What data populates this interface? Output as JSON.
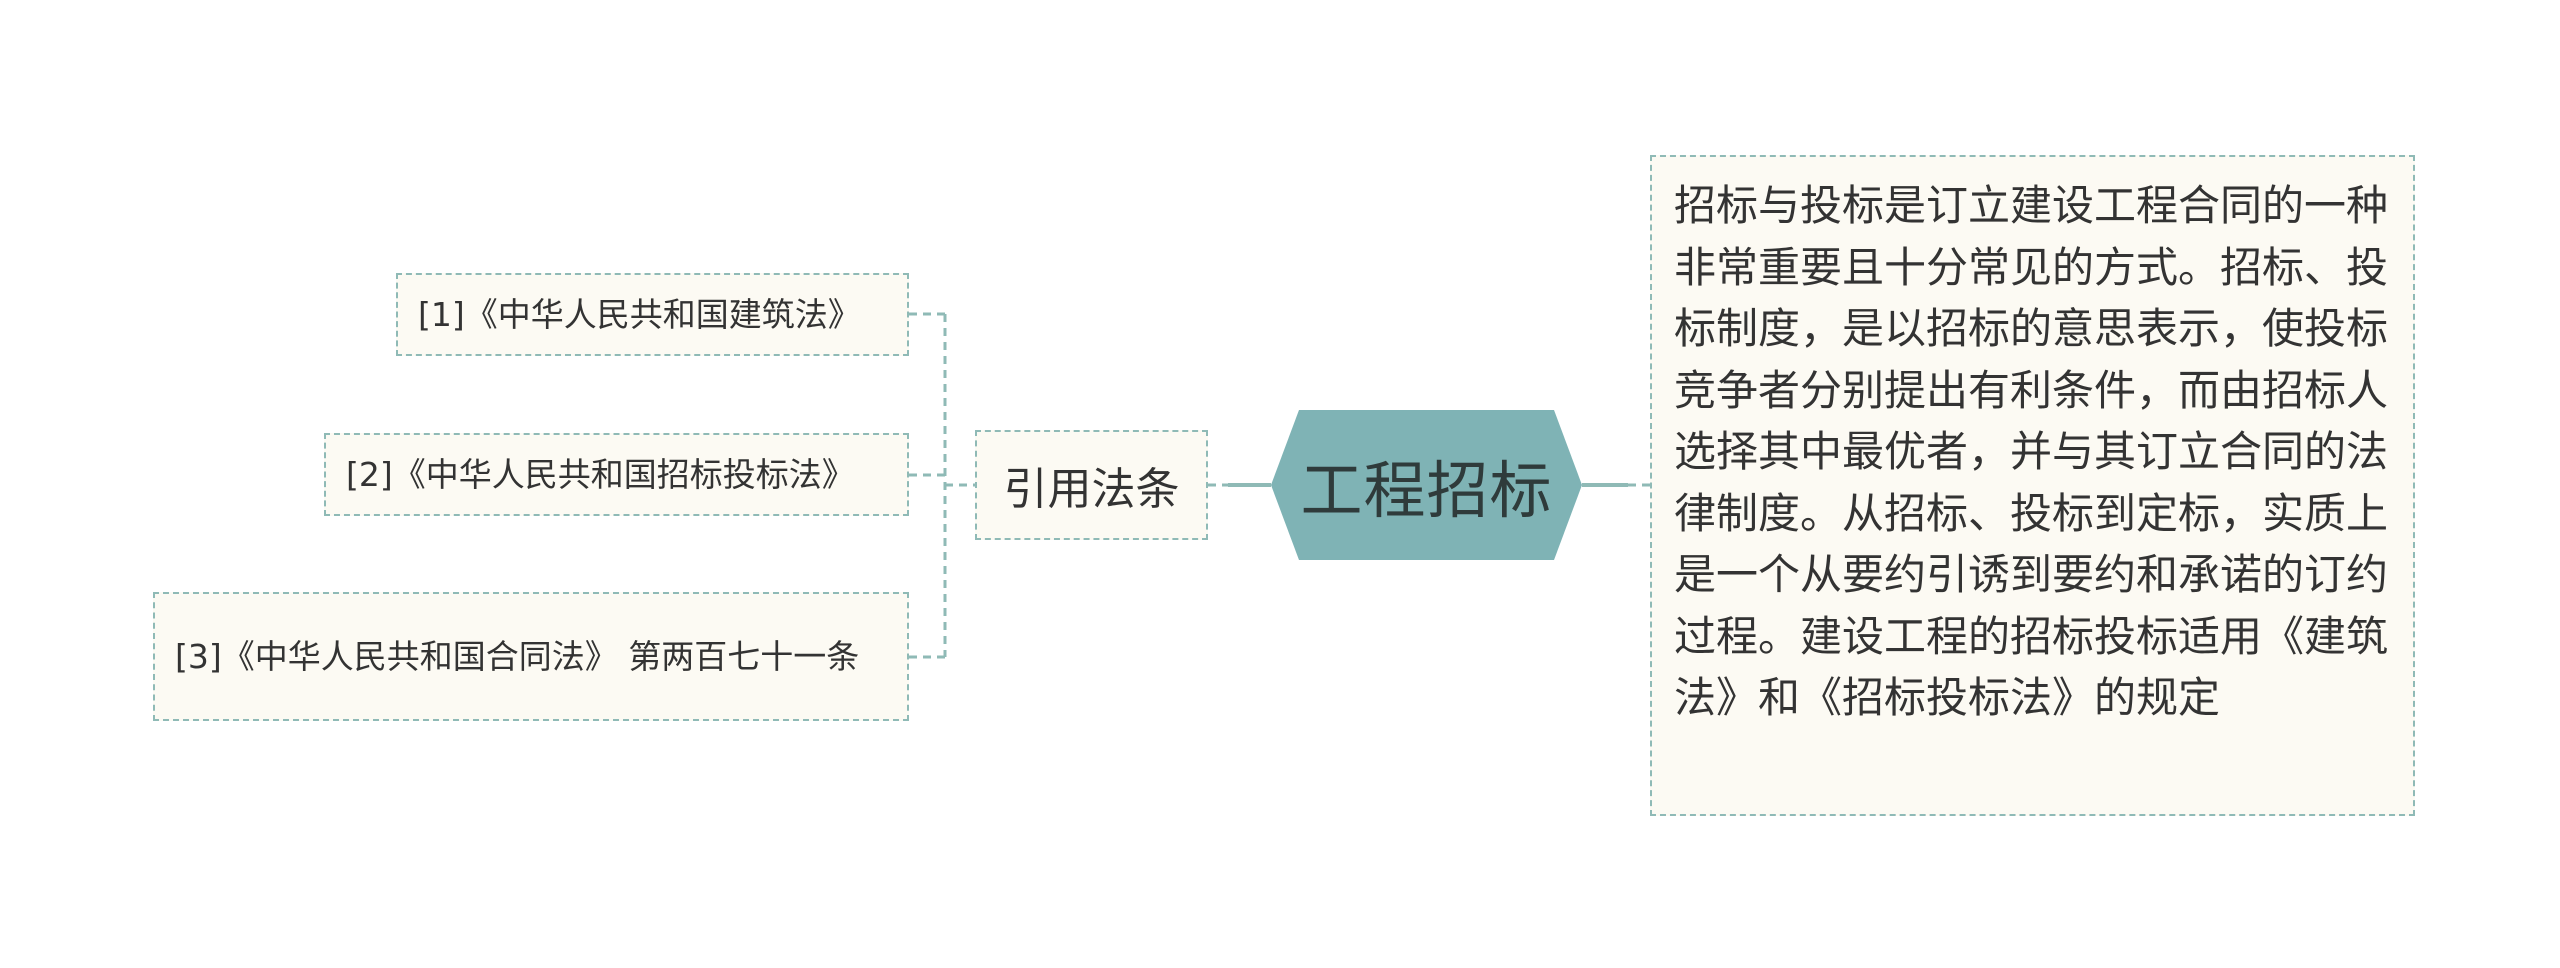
{
  "diagram": {
    "root": {
      "label": "工程招标"
    },
    "references": {
      "label": "引用法条",
      "items": [
        {
          "text": "[1]《中华人民共和国建筑法》"
        },
        {
          "text": "[2]《中华人民共和国招标投标法》"
        },
        {
          "text": "[3]《中华人民共和国合同法》 第两百七十一条"
        }
      ]
    },
    "description": {
      "text": "招标与投标是订立建设工程合同的一种非常重要且十分常见的方式。招标、投标制度，是以招标的意思表示，使投标竞争者分别提出有利条件，而由招标人选择其中最优者，并与其订立合同的法律制度。从招标、投标到定标，实质上是一个从要约引诱到要约和承诺的订约过程。建设工程的招标投标适用《建筑法》和《招标投标法》的规定"
    }
  },
  "colors": {
    "root_fill": "#7fb3b5",
    "node_border": "#8fbab6",
    "node_fill": "#fcfaf3",
    "connector": "#8fbab6"
  }
}
